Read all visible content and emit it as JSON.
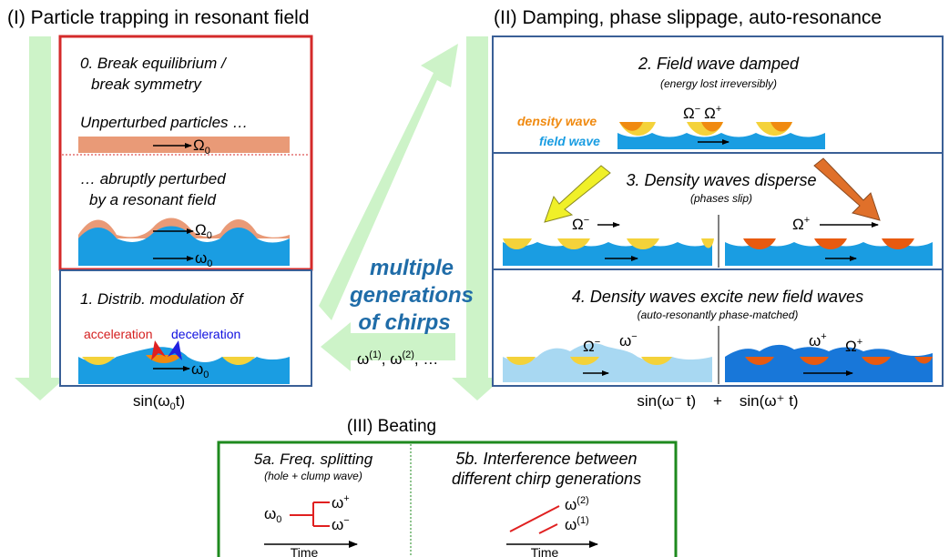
{
  "section_I": {
    "title": "(I) Particle trapping in resonant field",
    "step0_line1": "0. Break equilibrium /",
    "step0_line2": "break symmetry",
    "unperturbed": "Unperturbed particles …",
    "perturbed_line1": "… abruptly perturbed",
    "perturbed_line2": "by a resonant field",
    "Omega0": "Ω",
    "Omega0_sub": "0",
    "omega0": "ω",
    "omega0_sub": "0",
    "step1": "1. Distrib. modulation δf",
    "acceleration": "acceleration",
    "deceleration": "deceleration",
    "bottom_label": "sin(ω",
    "bottom_label_sub": "0",
    "bottom_label_end": "t)"
  },
  "section_II": {
    "title": "(II) Damping, phase slippage, auto-resonance",
    "step2": "2. Field wave damped",
    "step2_sub": "(energy lost irreversibly)",
    "density_wave": "density wave",
    "field_wave": "field wave",
    "omega_minus_plus": "Ω",
    "step3": "3. Density waves disperse",
    "step3_sub": "(phases slip)",
    "step4": "4. Density waves excite new field waves",
    "step4_sub": "(auto-resonantly phase-matched)",
    "Omega_minus": "Ω",
    "Omega_plus": "Ω",
    "omega_minus": "ω",
    "omega_plus": "ω",
    "bottom_label": "sin(ω⁻ t)    +    sin(ω⁺ t)"
  },
  "middle": {
    "line1": "multiple",
    "line2": "generations",
    "line3": "of chirps",
    "freqs": "ω",
    "freq1_sup": "(1)",
    "freq2_sup": "(2)",
    "freqs_end": ", …"
  },
  "section_III": {
    "title": "(III) Beating",
    "step5a": "5a. Freq. splitting",
    "step5a_sub": "(hole + clump wave)",
    "omega0": "ω",
    "omega0_sub": "0",
    "omega_plus": "ω",
    "omega_minus": "ω",
    "time_a": "Time",
    "step5b_line1": "5b. Interference between",
    "step5b_line2": "different chirp generations",
    "omega2": "ω",
    "omega2_sup": "(2)",
    "omega1": "ω",
    "omega1_sup": "(1)",
    "time_b": "Time"
  },
  "colors": {
    "green_arrow": "#cdf3c8",
    "red_frame": "#d42a2a",
    "blue_frame": "#3a5f96",
    "green_frame": "#1e8a1e",
    "field_blue": "#1a9de2",
    "light_field": "#a8d8f2",
    "dark_field": "#1877d9",
    "salmon": "#e99a77",
    "density_orange": "#f08a10",
    "density_yellow": "#f4d23a",
    "dark_orange": "#e85a10",
    "middle_text": "#1f6ca8",
    "red_text": "#d42020",
    "blue_text": "#1010e0"
  }
}
